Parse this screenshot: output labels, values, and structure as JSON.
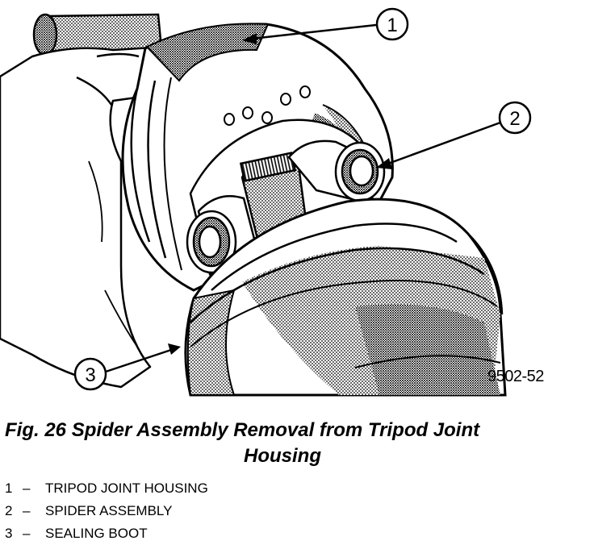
{
  "figure": {
    "callouts": [
      {
        "num": "1"
      },
      {
        "num": "2"
      },
      {
        "num": "3"
      }
    ],
    "code": "9502-52"
  },
  "caption": {
    "line1": "Fig. 26 Spider Assembly Removal from Tripod Joint",
    "line2": "Housing"
  },
  "legend": [
    {
      "num": "1",
      "dash": "–",
      "text": "TRIPOD JOINT HOUSING"
    },
    {
      "num": "2",
      "dash": "–",
      "text": "SPIDER ASSEMBLY"
    },
    {
      "num": "3",
      "dash": "–",
      "text": "SEALING BOOT"
    }
  ]
}
